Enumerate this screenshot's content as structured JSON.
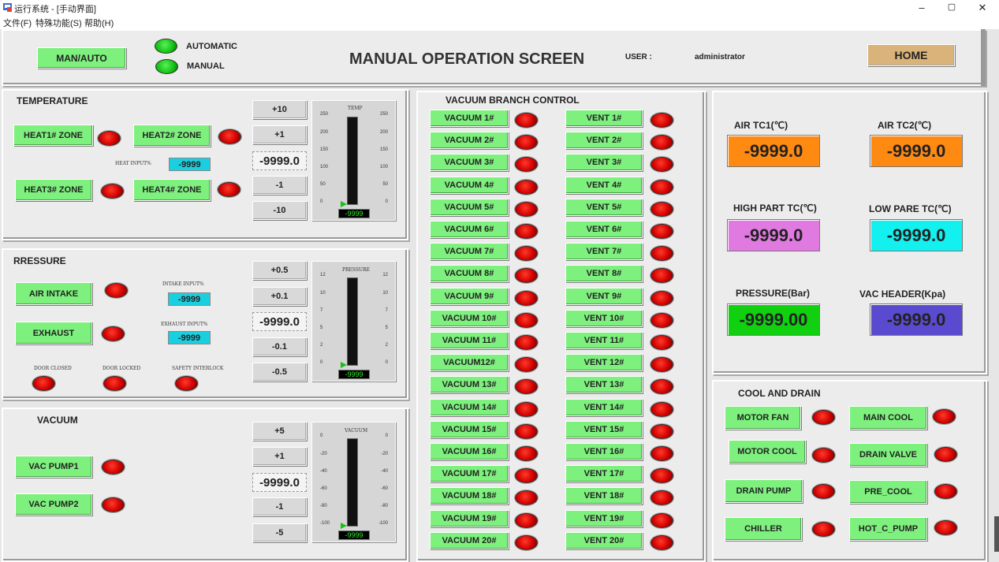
{
  "window": {
    "title": "运行系统 - [手动界面]",
    "min": "–",
    "max": "▢",
    "close": "✕"
  },
  "menu": [
    "文件(F)",
    "特殊功能(S)",
    "帮助(H)"
  ],
  "header": {
    "manauto_label": "MAN/AUTO",
    "automatic_label": "AUTOMATIC",
    "manual_label": "MANUAL",
    "title": "MANUAL OPERATION SCREEN",
    "user_label": "USER :",
    "user_value": "administrator",
    "home_label": "HOME"
  },
  "temperature": {
    "title": "TEMPERATURE",
    "heat1": "HEAT1# ZONE",
    "heat2": "HEAT2# ZONE",
    "heat3": "HEAT3# ZONE",
    "heat4": "HEAT4# ZONE",
    "heat_input_label": "HEAT INPUT%",
    "heat_input_value": "-9999",
    "steps": [
      "+10",
      "+1",
      "-9999.0",
      "-1",
      "-10"
    ],
    "gauge_title": "TEMP",
    "gauge_ticks": [
      "250",
      "200",
      "150",
      "100",
      "50",
      "0"
    ],
    "gauge_value": "-9999"
  },
  "pressure": {
    "title": "RRESSURE",
    "air_intake": "AIR INTAKE",
    "exhaust": "EXHAUST",
    "intake_input_label": "INTAKE INPUT%",
    "intake_input_value": "-9999",
    "exhaust_input_label": "EXHAUST INPUT%",
    "exhaust_input_value": "-9999",
    "door_closed": "DOOR CLOSED",
    "door_locked": "DOOR LOCKED",
    "safety_interlock": "SAFETY INTERLOCK",
    "steps": [
      "+0.5",
      "+0.1",
      "-9999.0",
      "-0.1",
      "-0.5"
    ],
    "gauge_title": "PRESSURE",
    "gauge_ticks": [
      "12",
      "10",
      "7",
      "5",
      "2",
      "0"
    ],
    "gauge_value": "-9999"
  },
  "vacuum": {
    "title": "VACUUM",
    "pump1": "VAC PUMP1",
    "pump2": "VAC PUMP2",
    "steps": [
      "+5",
      "+1",
      "-9999.0",
      "-1",
      "-5"
    ],
    "gauge_title": "VACUUM",
    "gauge_ticks": [
      "0",
      "-20",
      "-40",
      "-60",
      "-80",
      "-100"
    ],
    "gauge_value": "-9999"
  },
  "branch": {
    "title": "VACUUM BRANCH CONTROL",
    "vacuum": [
      "VACUUM 1#",
      "VACUUM 2#",
      "VACUUM 3#",
      "VACUUM 4#",
      "VACUUM 5#",
      "VACUUM 6#",
      "VACUUM 7#",
      "VACUUM 8#",
      "VACUUM 9#",
      "VACUUM 10#",
      "VACUUM 11#",
      "VACUUM12#",
      "VACUUM 13#",
      "VACUUM 14#",
      "VACUUM 15#",
      "VACUUM 16#",
      "VACUUM 17#",
      "VACUUM 18#",
      "VACUUM 19#",
      "VACUUM 20#"
    ],
    "vent": [
      "VENT 1#",
      "VENT 2#",
      "VENT 3#",
      "VENT 4#",
      "VENT 5#",
      "VENT 6#",
      "VENT 7#",
      "VENT 8#",
      "VENT 9#",
      "VENT 10#",
      "VENT 11#",
      "VENT 12#",
      "VENT 13#",
      "VENT 14#",
      "VENT 15#",
      "VENT 16#",
      "VENT 17#",
      "VENT 18#",
      "VENT 19#",
      "VENT 20#"
    ]
  },
  "readings": {
    "air_tc1_label": "AIR TC1(℃)",
    "air_tc1_value": "-9999.0",
    "air_tc1_color": "#ff8a12",
    "air_tc2_label": "AIR TC2(℃)",
    "air_tc2_value": "-9999.0",
    "air_tc2_color": "#ff8a12",
    "high_tc_label": "HIGH PART TC(℃)",
    "high_tc_value": "-9999.0",
    "high_tc_color": "#e07ae0",
    "low_tc_label": "LOW PARE TC(℃)",
    "low_tc_value": "-9999.0",
    "low_tc_color": "#12f0f0",
    "pressure_label": "PRESSURE(Bar)",
    "pressure_value": "-9999.00",
    "pressure_color": "#10d010",
    "vac_header_label": "VAC HEADER(Kpa)",
    "vac_header_value": "-9999.0",
    "vac_header_color": "#5a4ad0"
  },
  "cool": {
    "title": "COOL AND DRAIN",
    "motor_fan": "MOTOR FAN",
    "main_cool": "MAIN COOL",
    "motor_cool": "MOTOR COOL",
    "drain_valve": "DRAIN VALVE",
    "drain_pump": "DRAIN PUMP",
    "pre_cool": "PRE_COOL",
    "chiller": "CHILLER",
    "hot_c_pump": "HOT_C_PUMP"
  }
}
